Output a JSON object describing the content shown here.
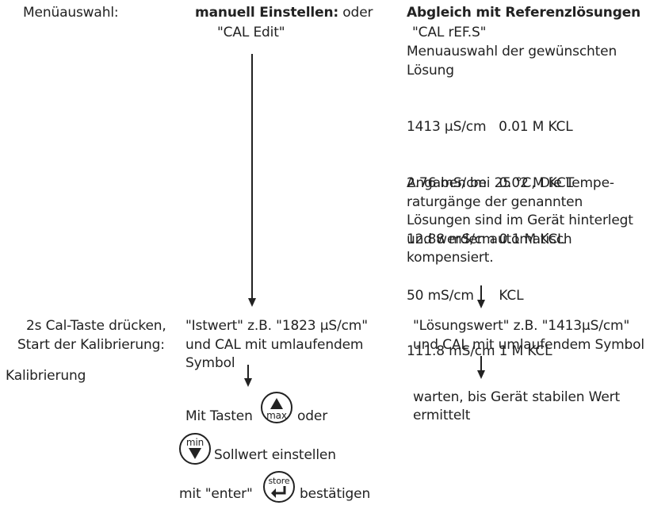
{
  "labels": {
    "menu": "Menüauswahl:",
    "press1": "2s Cal-Taste drücken,",
    "press2": "Start der Kalibrierung:",
    "calibration": "Kalibrierung"
  },
  "manual": {
    "title_bold": "manuell Einstellen:",
    "title_rest": " oder",
    "subtitle": "\"CAL Edit\"",
    "step1_line1": "\"Istwert\" z.B. \"1823 µS/cm\"",
    "step1_line2": "und CAL mit umlaufendem",
    "step1_line3": "Symbol",
    "keys_line1_pre": "Mit Tasten",
    "keys_line1_post": "oder",
    "keys_line2": "Sollwert einstellen",
    "keys_line3_pre": "mit \"enter\"",
    "keys_line3_post": "bestätigen",
    "key_max": "max",
    "key_min": "min",
    "key_store": "store"
  },
  "reference": {
    "title": "Abgleich mit Referenzlösungen",
    "subtitle": "\"CAL rEF.S\"",
    "desc1": "Menuauswahl der gewünschten",
    "desc2": "Lösung",
    "solutions": [
      "1413 µS/cm   0.01 M KCL",
      "2.76 mS/cm   0.02 M KCL",
      "12.88 mS/cm 0.1 M KCL",
      "50 mS/cm      KCL",
      "111.8 mS/cm 1 M KCL"
    ],
    "note": [
      "Angaben bei 25 °C, Die Tempe-",
      "raturgänge der genannten",
      "Lösungen sind im Gerät hinterlegt",
      "und werden automatisch",
      "kompensiert."
    ],
    "step1_line1": "\"Lösungswert\" z.B. \"1413µS/cm\"",
    "step1_line2": "und CAL mit umlaufendem Symbol",
    "step2_line1": "warten, bis Gerät stabilen Wert",
    "step2_line2": "ermittelt"
  },
  "icons": {
    "arrow": "down-arrow-icon",
    "up_key": "up-triangle-max-key-icon",
    "down_key": "down-triangle-min-key-icon",
    "enter_key": "enter-store-key-icon"
  }
}
